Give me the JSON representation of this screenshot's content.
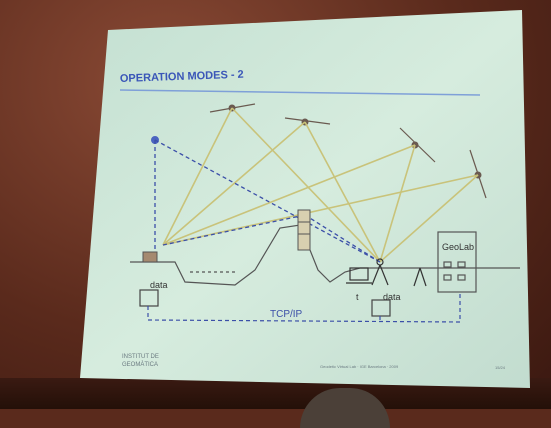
{
  "slide": {
    "title": "OPERATION MODES - 2",
    "left_data_label": "data",
    "right_data_label": "data",
    "right_time_label": "t",
    "building_label": "GeoLab",
    "network_label": "TCP/IP",
    "footer_left_line1": "INSTITUT DE",
    "footer_left_line2": "GEOMÀTICA",
    "footer_right": "Geodetic Virtual Lab · IGE Barcelona · 2009",
    "page_number": "15/24"
  },
  "colors": {
    "screen": "#cfe6d6",
    "title": "#3a56b8",
    "satellite_rays": "#c9c37a",
    "dashed_link": "#3b4fa8",
    "ink": "#333a40"
  }
}
